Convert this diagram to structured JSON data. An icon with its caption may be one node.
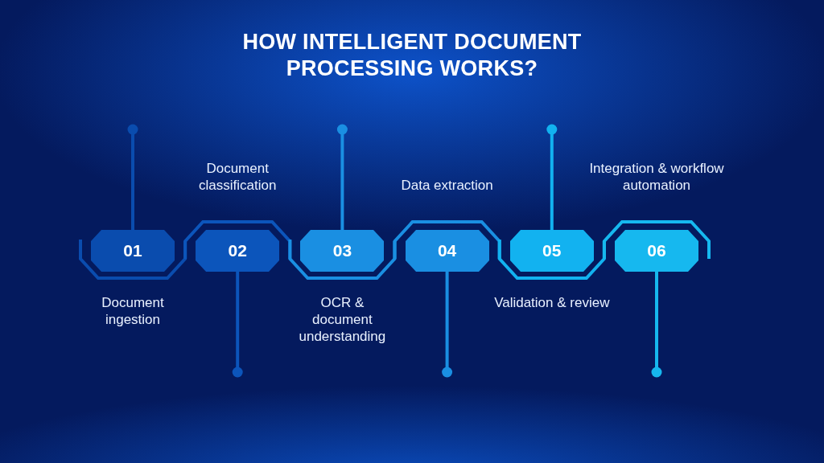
{
  "diagram": {
    "title": "HOW INTELLIGENT DOCUMENT PROCESSING WORKS?",
    "nodes": [
      {
        "text": [
          "01"
        ],
        "beside": [
          "Document ingestion"
        ]
      },
      {
        "text": [
          "02"
        ],
        "beside": [
          "Document classification"
        ]
      },
      {
        "text": [
          "03"
        ],
        "beside": [
          "OCR & document understanding"
        ]
      },
      {
        "text": [
          "04"
        ],
        "beside": [
          "Data extraction"
        ]
      },
      {
        "text": [
          "05"
        ],
        "beside": [
          "Validation & review"
        ]
      },
      {
        "text": [
          "06"
        ],
        "beside": [
          "Integration & workflow automation"
        ]
      }
    ]
  }
}
